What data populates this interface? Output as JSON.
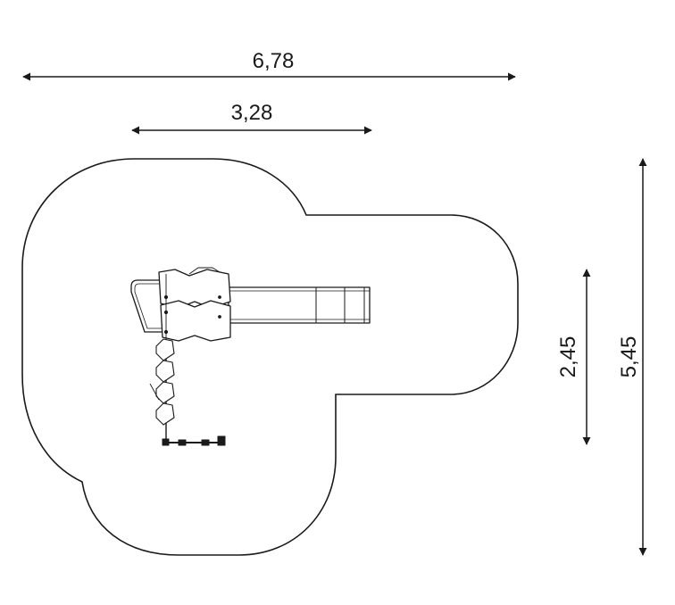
{
  "diagram": {
    "dimensions": {
      "overall_width": "6,78",
      "equipment_width": "3,28",
      "equipment_depth": "2,45",
      "overall_depth": "5,45"
    },
    "colors": {
      "line": "#1a1a1a",
      "background": "#ffffff",
      "equipment_fill": "#ffffff"
    }
  }
}
